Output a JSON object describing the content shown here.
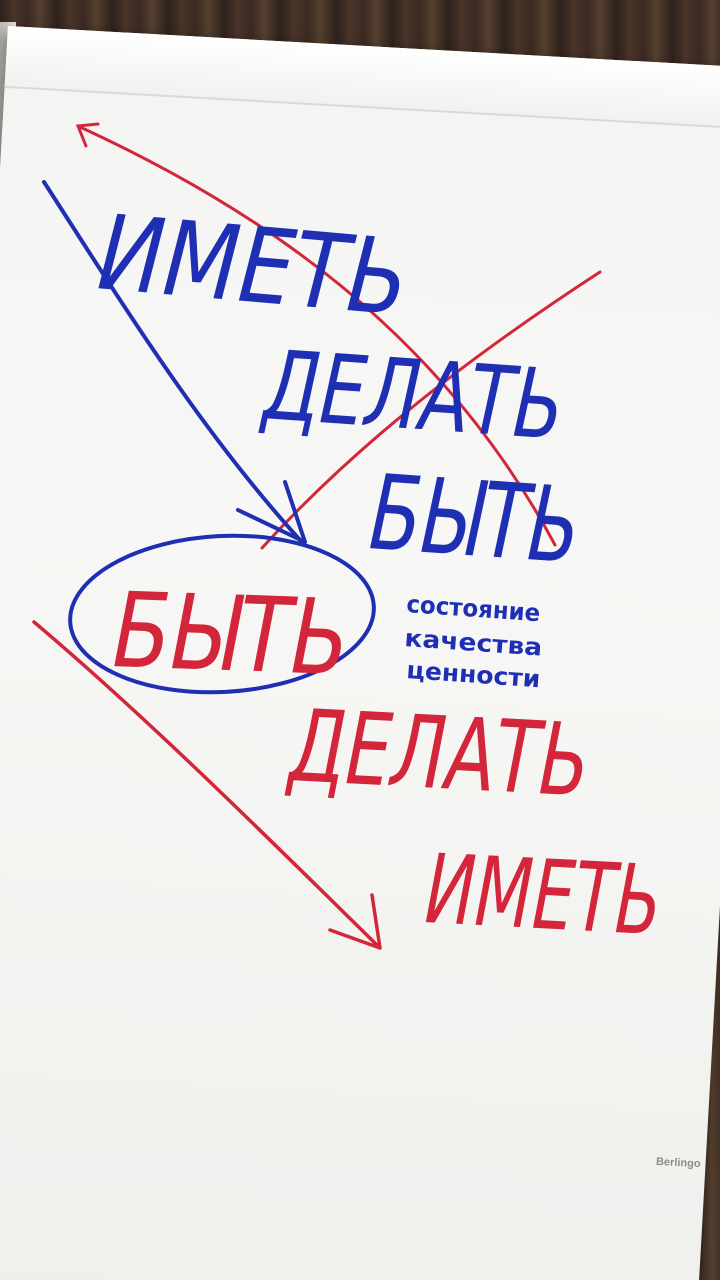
{
  "colors": {
    "blue_marker": "#1f2fb4",
    "red_marker": "#d3263a",
    "paper": "#f4f4f2",
    "curtain": "#3a2a22"
  },
  "words": {
    "imet_top": "ИМЕТЬ",
    "delat_top": "ДЕЛАТЬ",
    "byt_top": "БЫТЬ",
    "byt_circled": "БЫТЬ",
    "delat_bottom": "ДЕЛАТЬ",
    "imet_bottom": "ИМЕТЬ"
  },
  "notes": {
    "line1": "состояние",
    "line2": "качества",
    "line3": "ценности"
  },
  "brand": "Berlingo"
}
